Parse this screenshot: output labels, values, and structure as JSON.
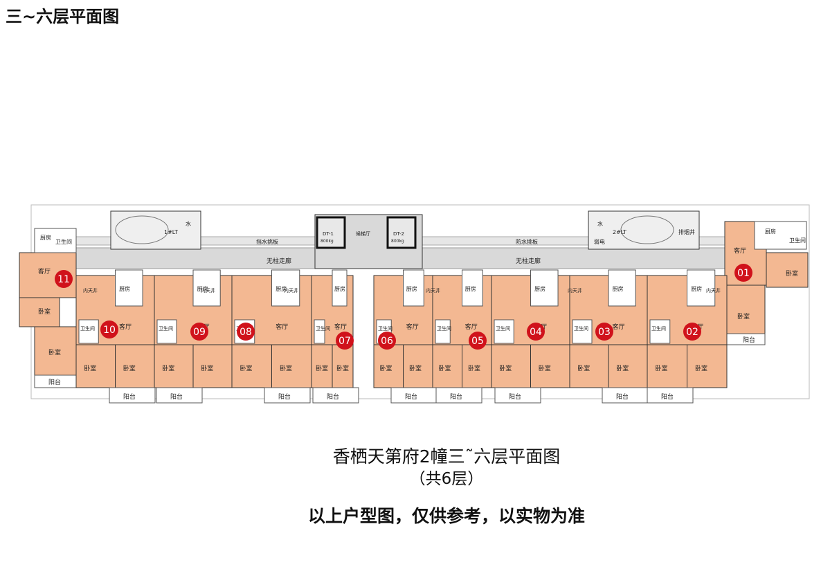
{
  "page_title": "三~六层平面图",
  "caption": {
    "line1": "香栖天第府2幢三˜六层平面图",
    "line2": "（共6层）",
    "disclaimer": "以上户型图，仅供参考，以实物为准"
  },
  "plan_labels": {
    "corridor": "无柱走廊",
    "gutter_left": "挡水挑板",
    "gutter_right": "防水挑板",
    "lift_lobby": "候梯厅",
    "lift1": "DT-1",
    "lift2": "DT-2",
    "lift_capacity": "800kg",
    "stair1": "1#LT",
    "stair2": "2#LT",
    "water": "水",
    "elec": "弱电",
    "exhaust": "排烟井"
  },
  "room_names": {
    "living": "客厅",
    "bedroom": "卧室",
    "kitchen": "厨房",
    "bath": "卫生间",
    "balcony": "阳台",
    "light_well": "内天井"
  },
  "units": [
    "01",
    "02",
    "03",
    "04",
    "05",
    "06",
    "07",
    "08",
    "09",
    "10",
    "11"
  ],
  "colors": {
    "unit_fill": "#f3b892",
    "corridor_fill": "#d9d9d9",
    "badge_red": "#d0121b",
    "wall": "#111111"
  }
}
